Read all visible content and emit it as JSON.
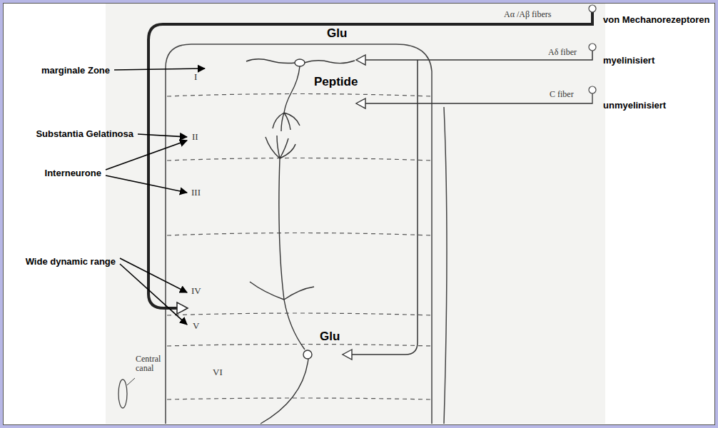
{
  "diagram": {
    "labels": [
      "marginale Zone",
      "Substantia Gelatinosa",
      "Interneurone",
      "Wide dynamic range",
      "Glu",
      "Peptide",
      "Glu",
      "I",
      "II",
      "III",
      "IV",
      "V",
      "VI",
      "Aα /Aβ fibers",
      "von Mechanorezeptoren",
      "Aδ fiber",
      "myelinisiert",
      "C fiber",
      "unmyelinisiert",
      "Central canal"
    ]
  }
}
